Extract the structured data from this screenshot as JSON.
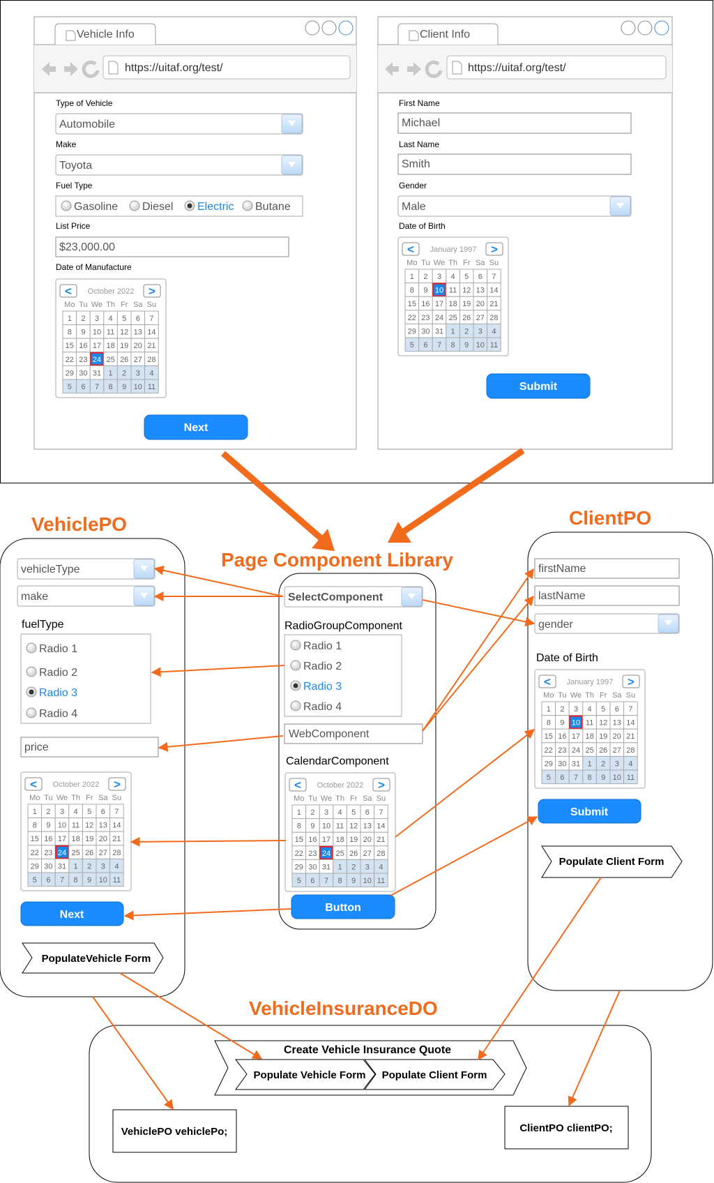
{
  "url": "https://uitaf.org/test/",
  "weekdays": [
    "Mo",
    "Tu",
    "We",
    "Th",
    "Fr",
    "Sa",
    "Su"
  ],
  "vehicle_page": {
    "tab_title": "Vehicle Info",
    "type_label": "Type of Vehicle",
    "type_value": "Automobile",
    "make_label": "Make",
    "make_value": "Toyota",
    "fuel_label": "Fuel Type",
    "fuel_options": [
      "Gasoline",
      "Diesel",
      "Electric",
      "Butane"
    ],
    "fuel_selected": "Electric",
    "price_label": "List Price",
    "price_value": "$23,000.00",
    "dom_label": "Date of Manufacture",
    "calendar": {
      "month": "October 2022",
      "rows": [
        [
          "1",
          "2",
          "3",
          "4",
          "5",
          "6",
          "7"
        ],
        [
          "8",
          "9",
          "10",
          "11",
          "12",
          "13",
          "14"
        ],
        [
          "15",
          "16",
          "17",
          "18",
          "19",
          "20",
          "21"
        ],
        [
          "22",
          "23",
          "24",
          "25",
          "26",
          "27",
          "28"
        ],
        [
          "29",
          "30",
          "31",
          "1",
          "2",
          "3",
          "4"
        ],
        [
          "5",
          "6",
          "7",
          "8",
          "9",
          "10",
          "11"
        ]
      ],
      "selected": "24"
    },
    "next_button": "Next"
  },
  "client_page": {
    "tab_title": "Client Info",
    "first_label": "First Name",
    "first_value": "Michael",
    "last_label": "Last Name",
    "last_value": "Smith",
    "gender_label": "Gender",
    "gender_value": "Male",
    "dob_label": "Date of Birth",
    "calendar": {
      "month": "January 1997",
      "rows": [
        [
          "1",
          "2",
          "3",
          "4",
          "5",
          "6",
          "7"
        ],
        [
          "8",
          "9",
          "10",
          "11",
          "12",
          "13",
          "14"
        ],
        [
          "15",
          "16",
          "17",
          "18",
          "19",
          "20",
          "21"
        ],
        [
          "22",
          "23",
          "24",
          "25",
          "26",
          "27",
          "28"
        ],
        [
          "29",
          "30",
          "31",
          "1",
          "2",
          "3",
          "4"
        ],
        [
          "5",
          "6",
          "7",
          "8",
          "9",
          "10",
          "11"
        ]
      ],
      "selected": "10"
    },
    "submit_button": "Submit"
  },
  "vehicle_po": {
    "title": "VehiclePO",
    "select1": "vehicleType",
    "select2": "make",
    "radio_label": "fuelType",
    "radio_options": [
      "Radio 1",
      "Radio 2",
      "Radio 3",
      "Radio 4"
    ],
    "radio_selected": "Radio 3",
    "price": "price",
    "next_button": "Next",
    "method": "PopulateVehicle Form"
  },
  "library": {
    "title": "Page Component Library",
    "select": "SelectComponent",
    "radio_label": "RadioGroupComponent",
    "radio_options": [
      "Radio 1",
      "Radio 2",
      "Radio 3",
      "Radio 4"
    ],
    "radio_selected": "Radio 3",
    "web": "WebComponent",
    "calendar_label": "CalendarComponent",
    "button": "Button"
  },
  "client_po": {
    "title": "ClientPO",
    "first": "firstName",
    "last": "lastName",
    "gender": "gender",
    "dob_label": "Date of Birth",
    "submit_button": "Submit",
    "method": "Populate Client Form"
  },
  "dob": {
    "title": "VehicleInsuranceDO",
    "create": "Create Vehicle Insurance Quote",
    "populate_vehicle": "Populate Vehicle Form",
    "populate_client": "Populate Client Form",
    "vehicle_field": "VehiclePO vehiclePo;",
    "client_field": "ClientPO clientPO;"
  },
  "colors": {
    "accent": "#f26b1d",
    "button_blue": "#1a8cff",
    "selection_blue": "#1a88e8",
    "calendar_shade": "#d4e3f2",
    "line_gray": "#999999"
  }
}
